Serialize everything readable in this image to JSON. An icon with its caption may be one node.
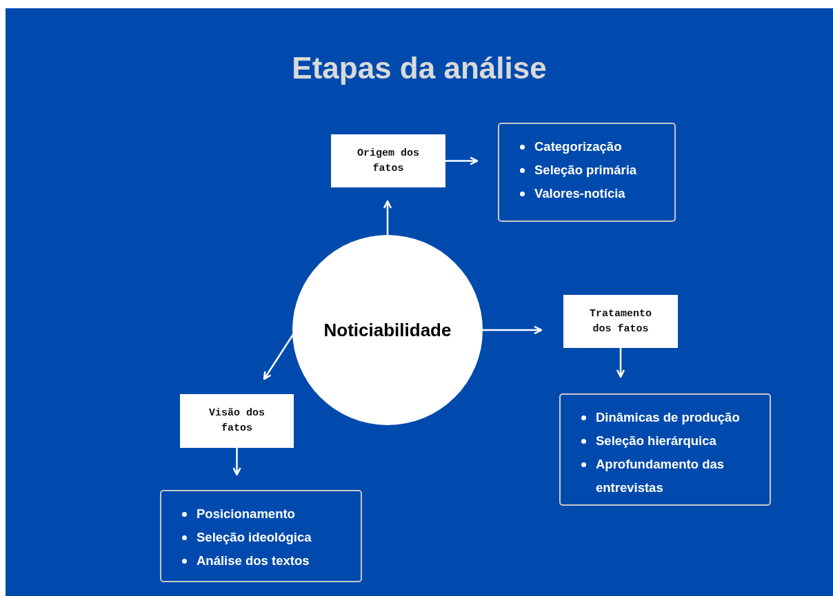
{
  "diagram": {
    "title": "Etapas da análise",
    "nodes": [
      {
        "text": [
          "Noticiabilidade"
        ]
      },
      {
        "text": [
          "Origem dos fatos"
        ]
      },
      {
        "text": [
          "Categorização",
          "Seleção primária",
          "Valores-notícia"
        ]
      },
      {
        "text": [
          "Tratamento dos fatos"
        ]
      },
      {
        "text": [
          "Dinâmicas de produção",
          "Seleção hierárquica",
          "Aprofundamento das entrevistas"
        ]
      },
      {
        "text": [
          "Visão dos fatos"
        ]
      },
      {
        "text": [
          "Posicionamento",
          "Seleção ideológica",
          "Análise dos textos"
        ]
      }
    ],
    "edges": [
      {
        "from": 0,
        "to": 1,
        "arrow": "to"
      },
      {
        "from": 1,
        "to": 2,
        "arrow": "to"
      },
      {
        "from": 0,
        "to": 3,
        "arrow": "to"
      },
      {
        "from": 3,
        "to": 4,
        "arrow": "to"
      },
      {
        "from": 0,
        "to": 5,
        "arrow": "to"
      },
      {
        "from": 5,
        "to": 6,
        "arrow": "to"
      }
    ]
  }
}
